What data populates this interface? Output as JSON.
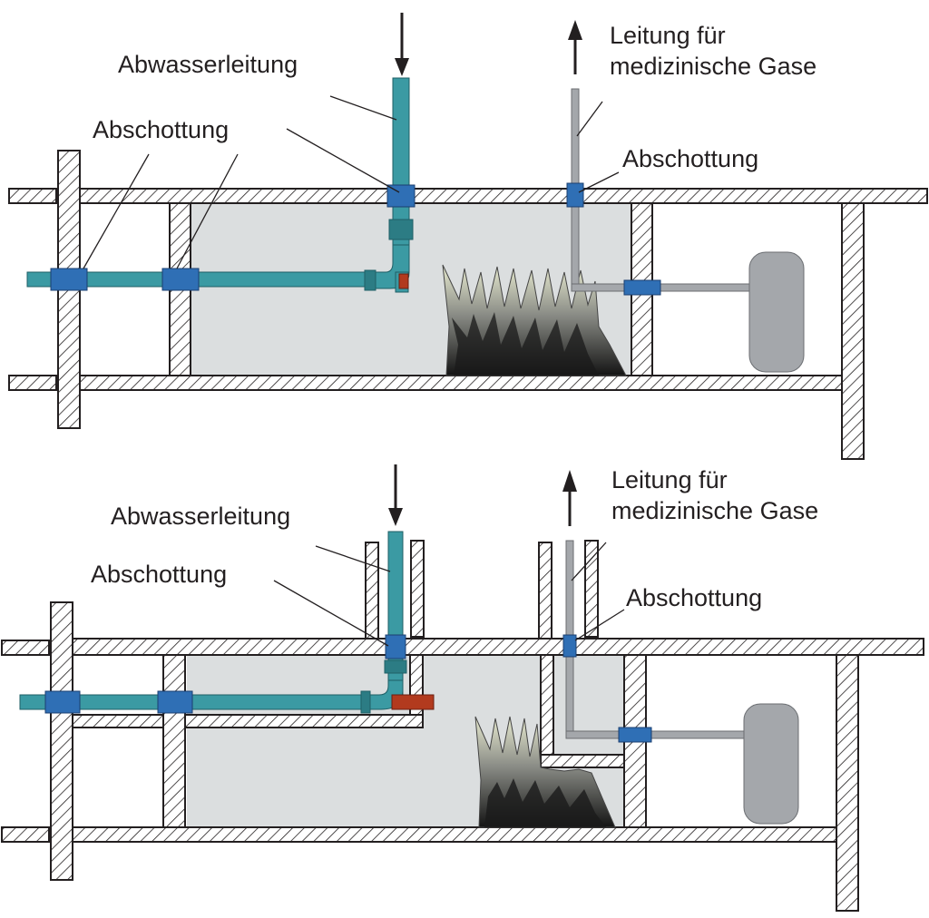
{
  "top_diagram": {
    "label_waste_pipe": "Abwasserleitung",
    "label_seal_left": "Abschottung",
    "label_gas_line_1": "Leitung für",
    "label_gas_line_2": "medizinische Gase",
    "label_seal_right": "Abschottung"
  },
  "bottom_diagram": {
    "label_waste_pipe": "Abwasserleitung",
    "label_seal_left": "Abschottung",
    "label_gas_line_1": "Leitung für",
    "label_gas_line_2": "medizinische Gase",
    "label_seal_right": "Abschottung"
  },
  "colors": {
    "waste_pipe": "#3b9aa3",
    "fire_seal": "#2f6fb5",
    "gas_pipe": "#a4a7ab",
    "fire_room": "#dbdedf",
    "red_sleeve": "#b23a1e"
  },
  "icons": [
    "flow-down-arrow-icon",
    "flow-up-arrow-icon",
    "gas-cylinder-icon",
    "flames-icon"
  ]
}
